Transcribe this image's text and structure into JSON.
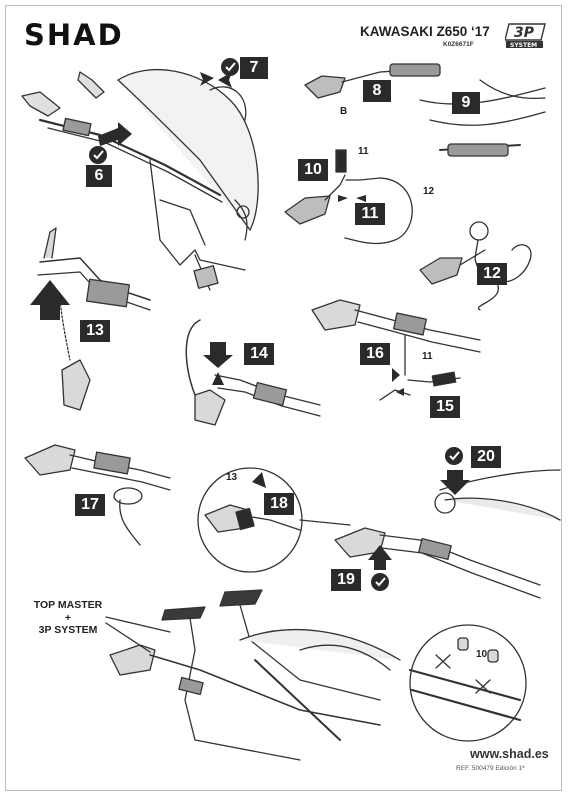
{
  "header": {
    "brand": "SHAD",
    "model": "KAWASAKI Z650 ‘17",
    "code": "K0Z6671F",
    "system_logo_top": "3P",
    "system_logo_bottom": "SYSTEM"
  },
  "steps": {
    "s6": "6",
    "s7": "7",
    "s8": "8",
    "s9": "9",
    "s10": "10",
    "s11": "11",
    "s12": "12",
    "s13": "13",
    "s14": "14",
    "s15": "15",
    "s16": "16",
    "s17": "17",
    "s18": "18",
    "s19": "19",
    "s20": "20"
  },
  "labels": {
    "b": "B",
    "n11a": "11",
    "n12": "12",
    "n11b": "11",
    "n13": "13",
    "n10": "10",
    "top_master_line1": "TOP MASTER",
    "top_master_line2": "+",
    "top_master_line3": "3P SYSTEM"
  },
  "footer": {
    "website": "www.shad.es",
    "reference": "REF. 500479 Edición 1ª"
  },
  "colors": {
    "badge": "#2a2a2a",
    "line": "#333333",
    "fill_light": "#d9d9d9",
    "fill_mid": "#8c8c8c",
    "fill_dark": "#3a3a3a"
  }
}
